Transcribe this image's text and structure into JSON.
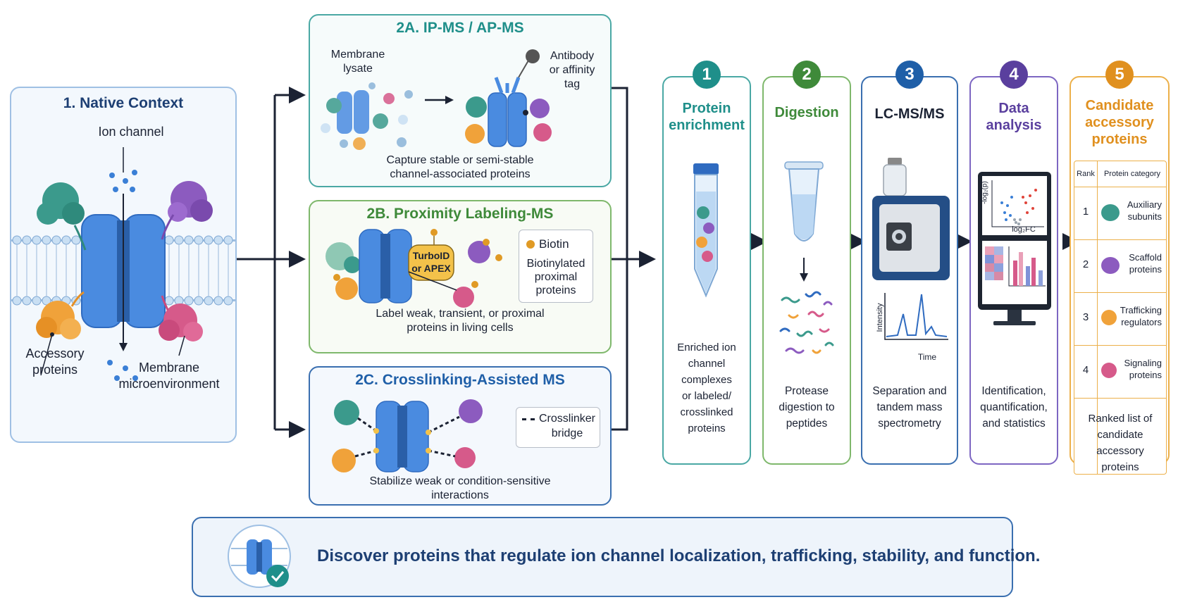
{
  "native": {
    "title": "1. Native Context",
    "ion_channel": "Ion channel",
    "accessory": "Accessory\nproteins",
    "membrane": "Membrane\nmicroenvironment"
  },
  "methods": {
    "ipms": {
      "title": "2A. IP-MS / AP-MS",
      "lysate": "Membrane\nlysate",
      "antibody": "Antibody\nor affinity\ntag",
      "desc": "Capture stable or semi-stable\nchannel-associated proteins"
    },
    "prox": {
      "title": "2B. Proximity Labeling-MS",
      "enzyme": "TurboID\nor APEX",
      "biotin": "Biotin",
      "biotinylated": "Biotinylated\nproximal\nproteins",
      "desc": "Label weak, transient, or proximal\nproteins in living cells"
    },
    "xl": {
      "title": "2C. Crosslinking-Assisted MS",
      "crosslinker": "Crosslinker\nbridge",
      "desc": "Stabilize weak or condition-sensitive\ninteractions"
    }
  },
  "steps": [
    {
      "num": "1",
      "title": "Protein\nenrichment",
      "desc": "Enriched ion\nchannel complexes\nor labeled/\ncrosslinked\nproteins",
      "color": "#1f8f8a"
    },
    {
      "num": "2",
      "title": "Digestion",
      "desc": "Protease\ndigestion to\npeptides",
      "color": "#3f8a3a"
    },
    {
      "num": "3",
      "title": "LC-MS/MS",
      "desc": "Separation and\ntandem mass\nspectrometry",
      "color": "#1f5fa8"
    },
    {
      "num": "4",
      "title": "Data\nanalysis",
      "desc": "Identification,\nquantification,\nand statistics",
      "color": "#5a3f9e"
    },
    {
      "num": "5",
      "title": "Candidate\naccessory\nproteins",
      "desc": "Ranked list of\ncandidate accessory\nproteins",
      "color": "#e0901f"
    }
  ],
  "lcms": {
    "intensity": "Intensity",
    "time": "Time"
  },
  "volcano": {
    "yaxis": "-log₂(p)",
    "xaxis": "log₂FC"
  },
  "ranking": {
    "col_rank": "Rank",
    "col_category": "Protein category",
    "rows": [
      {
        "rank": "1",
        "category": "Auxiliary\nsubunits"
      },
      {
        "rank": "2",
        "category": "Scaffold\nproteins"
      },
      {
        "rank": "3",
        "category": "Trafficking\nregulators"
      },
      {
        "rank": "4",
        "category": "Signaling\nproteins"
      }
    ]
  },
  "banner": {
    "text": "Discover proteins that regulate ion channel localization, trafficking, stability, and function."
  },
  "colors": {
    "channel": "#4a8be0",
    "teal": "#3b9a8c",
    "purple": "#8c5bbf",
    "pink": "#d65a8a",
    "orange": "#f0a23a"
  }
}
